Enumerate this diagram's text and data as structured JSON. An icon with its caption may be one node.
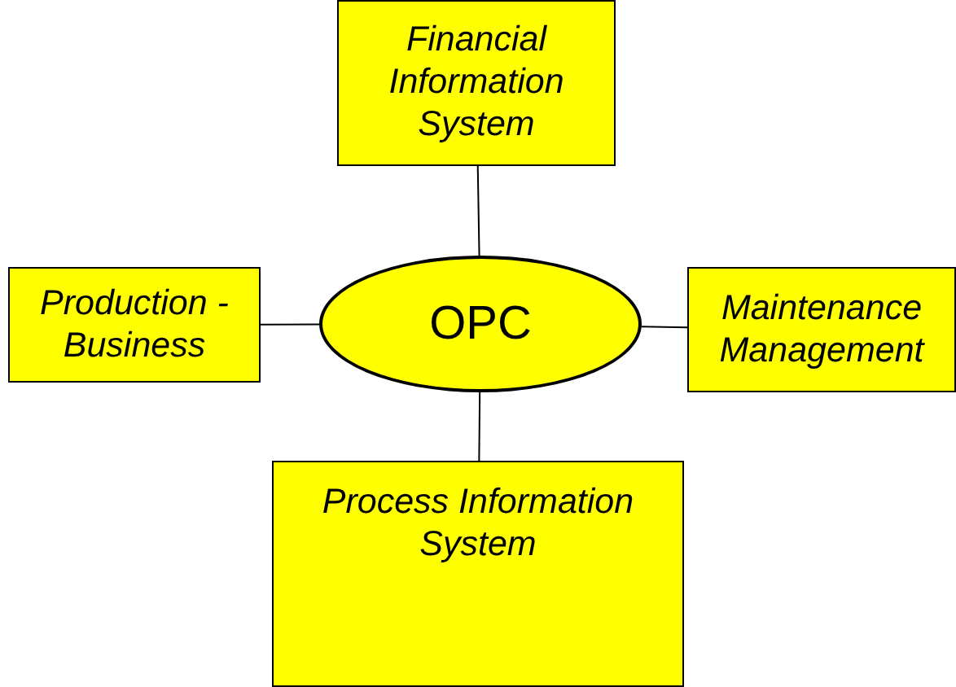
{
  "diagram": {
    "nodes": [
      {
        "text": [
          "Financial Information System"
        ]
      },
      {
        "text": [
          "Production - Business"
        ]
      },
      {
        "text": [
          "OPC"
        ]
      },
      {
        "text": [
          "Maintenance Management"
        ]
      },
      {
        "text": [
          "Process Information System"
        ]
      }
    ],
    "edges": [
      {
        "from": 2,
        "to": 0,
        "arrow": "none"
      },
      {
        "from": 2,
        "to": 1,
        "arrow": "none"
      },
      {
        "from": 2,
        "to": 3,
        "arrow": "none"
      },
      {
        "from": 2,
        "to": 4,
        "arrow": "none"
      }
    ]
  }
}
